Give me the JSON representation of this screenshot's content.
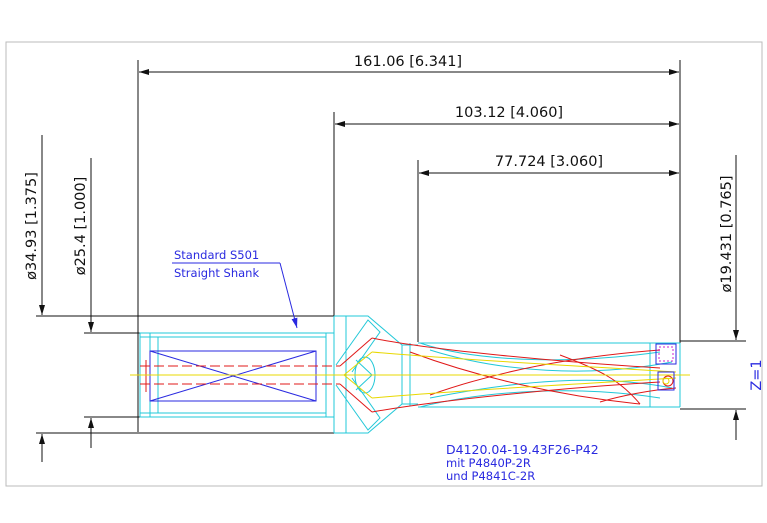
{
  "dimensions": {
    "overall_length": "161.06 [6.341]",
    "body_length": "103.12 [4.060]",
    "flute_length": "77.724 [3.060]",
    "flange_diameter": "ø34.93 [1.375]",
    "shank_diameter": "ø25.4 [1.000]",
    "drill_diameter": "ø19.431 [0.765]"
  },
  "annotations": {
    "shank_line1": "Standard S501",
    "shank_line2": "Straight Shank",
    "flutes": "Z=1"
  },
  "part": {
    "number": "D4120.04-19.43F26-P42",
    "insert_line1": "mit P4840P-2R",
    "insert_line2": "und P4841C-2R"
  },
  "colors": {
    "dimension": "#111111",
    "outline_cyan": "#22c8d8",
    "cutter_red": "#e01818",
    "axis_yellow": "#e8d800",
    "annotation_blue": "#2a2ae0",
    "insert_magenta": "#d020d0"
  }
}
